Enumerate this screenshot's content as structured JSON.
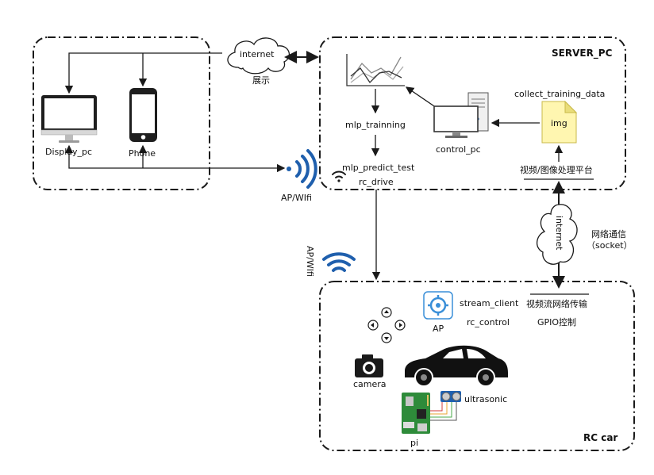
{
  "lan_box": {
    "display_label": "Display_pc",
    "phone_label": "Phone"
  },
  "cloud_top": {
    "text": "internet",
    "caption": "展示"
  },
  "server": {
    "title": "SERVER_PC",
    "mlp_training": "mlp_trainning",
    "mlp_predict": "mlp_predict_test",
    "rc_drive": "rc_drive",
    "control_pc": "control_pc",
    "collect": "collect_training_data",
    "img_doc": "img",
    "platform": "视频/图像处理平台"
  },
  "wifi_left": {
    "label": "AP/WIfi"
  },
  "wifi_middle": {
    "label": "AP/WIfi"
  },
  "cloud_right": {
    "text": "internet",
    "caption_line1": "网络通信",
    "caption_line2": "（socket）"
  },
  "rc_car": {
    "title": "RC car",
    "ap_label": "AP",
    "stream_client": "stream_client",
    "rc_control": "rc_control",
    "stream_net": "视频流网络传输",
    "gpio": "GPIO控制",
    "camera": "camera",
    "ultrasonic": "ultrasonic",
    "pi": "pi"
  },
  "colors": {
    "line": "#1a1a1a",
    "wifi_blue": "#1f5fad",
    "doc_yellow": "#fff6b0",
    "pi_green": "#2e8b3a"
  }
}
